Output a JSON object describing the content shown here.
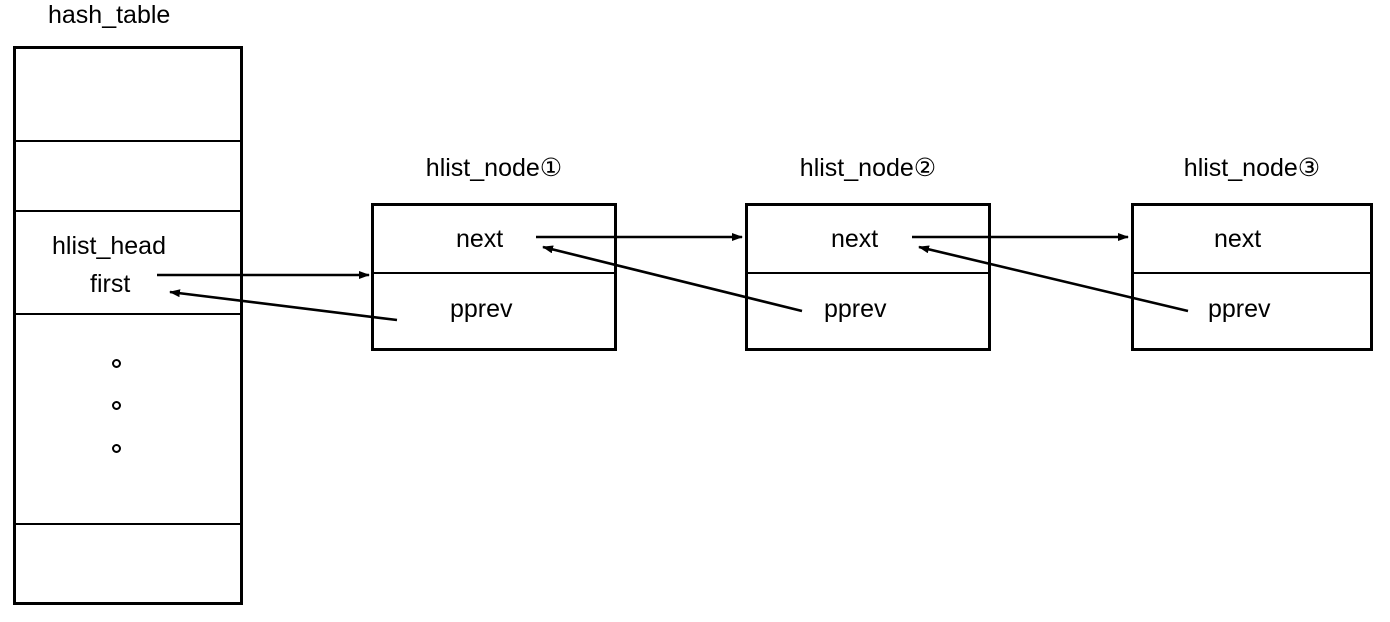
{
  "diagram": {
    "title": "hash_table",
    "hash_table": {
      "label": "hash_table",
      "head_label": "hlist_head",
      "first_label": "first",
      "ellipsis_dot": "°",
      "rows": 5
    },
    "nodes": [
      {
        "title": "hlist_node①",
        "next_label": "next",
        "pprev_label": "pprev"
      },
      {
        "title": "hlist_node②",
        "next_label": "next",
        "pprev_label": "pprev"
      },
      {
        "title": "hlist_node③",
        "next_label": "next",
        "pprev_label": "pprev"
      }
    ],
    "colors": {
      "stroke": "#000000",
      "background": "#ffffff"
    }
  }
}
